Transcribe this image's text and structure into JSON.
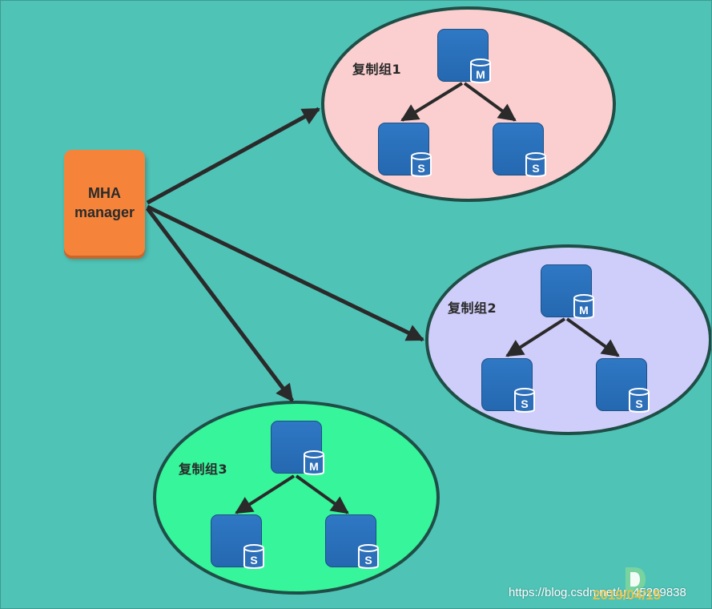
{
  "manager": {
    "line1": "MHA",
    "line2": "manager",
    "color": "#f5843a"
  },
  "groups": [
    {
      "label": "复制组1",
      "fill": "#fbcfcf",
      "master_badge": "M",
      "slave_badges": [
        "S",
        "S"
      ]
    },
    {
      "label": "复制组2",
      "fill": "#cfcdf9",
      "master_badge": "M",
      "slave_badges": [
        "S",
        "S"
      ]
    },
    {
      "label": "复制组3",
      "fill": "#36f59b",
      "master_badge": "M",
      "slave_badges": [
        "S",
        "S"
      ]
    }
  ],
  "colors": {
    "background": "#50c3b7",
    "ellipse_border": "#1f4e47",
    "arrow": "#2a2a2a",
    "db_blue": "#2a6fba"
  },
  "watermark": {
    "url": "https://blog.csdn.net/u_45209838",
    "date": "2019/04/15"
  }
}
